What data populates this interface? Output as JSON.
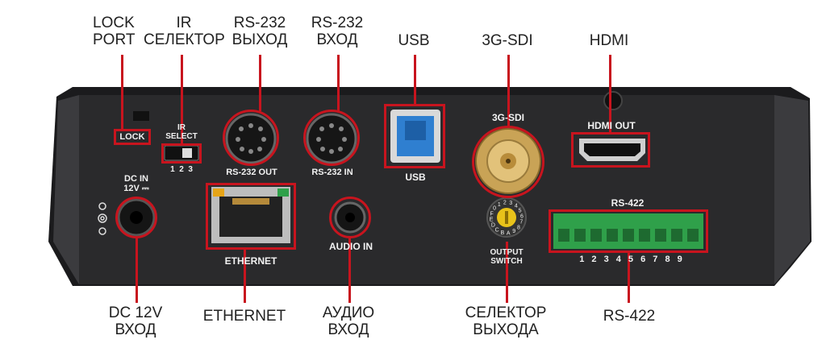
{
  "callouts": {
    "lock_port": "LOCK\nPORT",
    "ir_selector": "IR\nСЕЛЕКТОР",
    "rs232_out": "RS-232\nВЫХОД",
    "rs232_in": "RS-232\nВХОД",
    "usb": "USB",
    "sdi": "3G-SDI",
    "hdmi": "HDMI",
    "dc_in": "DC 12V\nВХОД",
    "ethernet": "ETHERNET",
    "audio": "АУДИО\nВХОД",
    "output_selector": "СЕЛЕКТОР\nВЫХОДА",
    "rs422": "RS-422"
  },
  "panel_labels": {
    "lock": "LOCK",
    "ir_select": "IR\nSELECT",
    "ir_positions": "1  2  3",
    "dc_in": "DC IN\n12V ⎓",
    "rs232_out": "RS-232 OUT",
    "rs232_in": "RS-232 IN",
    "usb": "USB",
    "sdi": "3G-SDI",
    "hdmi_out": "HDMI OUT",
    "ethernet": "ETHERNET",
    "audio_in": "AUDIO IN",
    "output_switch": "OUTPUT\nSWITCH",
    "rotary_digits": "0123456789ABCDEF",
    "rs422": "RS-422",
    "terminal_numbers": "1 2 3 4 5 6 7 8 9"
  },
  "colors": {
    "highlight": "#c8141e",
    "panel": "#2a2a2c",
    "connector_green": "#2fa04a",
    "usb_blue": "#2f7fd0",
    "rotary_yellow": "#e8c21a"
  }
}
